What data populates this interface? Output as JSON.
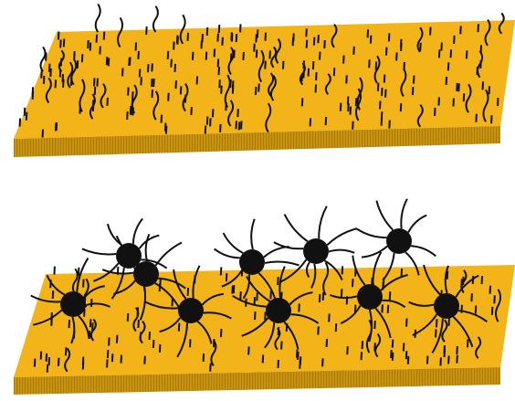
{
  "colors": {
    "background": "#ffffff",
    "substrate_top": "#f2b418",
    "substrate_front": "#c9930c",
    "substrate_stripe": "#a87a08",
    "ink": "#111111"
  },
  "panels": [
    {
      "name": "substrate-with-molecules",
      "has_nanoparticles": false
    },
    {
      "name": "substrate-with-molecules-and-nanoparticles",
      "has_nanoparticles": true,
      "nanoparticle_count": 10
    }
  ]
}
